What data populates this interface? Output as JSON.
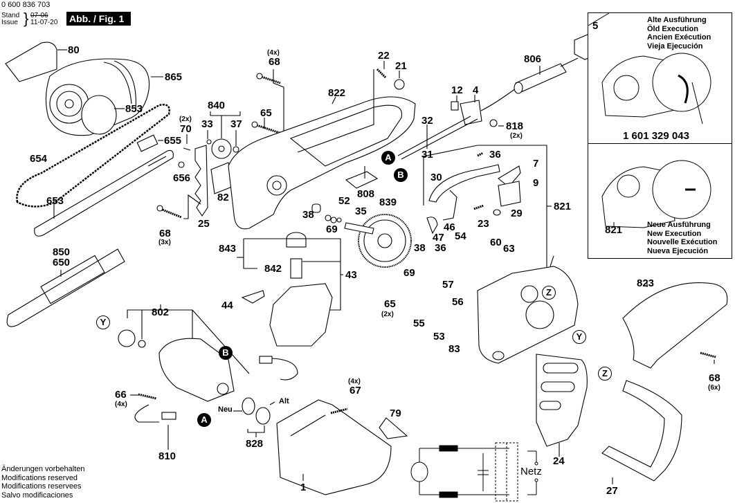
{
  "header": {
    "doc_number": "0 600 836 703",
    "stand_label": "Stand",
    "issue_label": "Issue",
    "old_date": "07-06",
    "issue_date": "11-07-20",
    "figure_badge": "Abb. / Fig. 1"
  },
  "footer": {
    "lines": [
      "Änderungen vorbehalten",
      "Modifications reserved",
      "Modifications reservees",
      "Salvo modificaciones"
    ]
  },
  "inset": {
    "old_execution": [
      "Alte Ausführung",
      "Öld Execution",
      "Ancien Exécution",
      "Vieja Ejecución"
    ],
    "old_part_number": "1 601 329 043",
    "new_execution": [
      "Neue Ausführung",
      "New Execution",
      "Nouvelle Exécution",
      "Nueva Ejecución"
    ],
    "new_part_number": "821"
  },
  "markers": {
    "A": "A",
    "B": "B",
    "Y": "Y",
    "Z": "Z"
  },
  "circuit": {
    "mains_label": "Netz"
  },
  "parts": {
    "p80": "80",
    "p865": "865",
    "p853": "853",
    "p654": "654",
    "p655": "655",
    "p656": "656",
    "p653": "653",
    "p70": "70",
    "p70q": "(2x)",
    "p840": "840",
    "p33": "33",
    "p37": "37",
    "p65a": "65",
    "p68a": "68",
    "p68aq": "(4x)",
    "p82": "82",
    "p25": "25",
    "p68b": "68",
    "p68bq": "(3x)",
    "p822": "822",
    "p22": "22",
    "p21": "21",
    "p12": "12",
    "p4": "4",
    "p5": "5",
    "p806": "806",
    "p818": "818",
    "p818q": "(2x)",
    "p32": "32",
    "p31": "31",
    "p808": "808",
    "p36a": "36",
    "p7": "7",
    "p30": "30",
    "p9": "9",
    "p29": "29",
    "p23": "23",
    "p821": "821",
    "p46": "46",
    "p47": "47",
    "p38a": "38",
    "p69a": "69",
    "p52": "52",
    "p35": "35",
    "p839": "839",
    "p38b": "38",
    "p36b": "36",
    "p54": "54",
    "p60": "60",
    "p63": "63",
    "p69b": "69",
    "p850": "850",
    "p650": "650",
    "p843": "843",
    "p842": "842",
    "p43": "43",
    "p44": "44",
    "p65b": "65",
    "p65bq": "(2x)",
    "p57": "57",
    "p56": "56",
    "p55": "55",
    "p53": "53",
    "p83": "83",
    "p802": "802",
    "p66": "66",
    "p66q": "(4x)",
    "p810": "810",
    "p828": "828",
    "neu": "Neu",
    "alt": "Alt",
    "p67": "67",
    "p67q": "(4x)",
    "p79": "79",
    "p1": "1",
    "p823": "823",
    "p68c": "68",
    "p68cq": "(6x)",
    "p24": "24",
    "p27": "27"
  }
}
